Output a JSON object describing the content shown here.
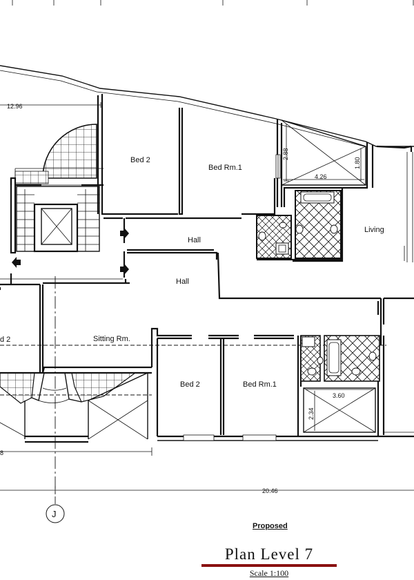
{
  "rooms": {
    "bed2_top": "Bed 2",
    "bed_rm1_top": "Bed Rm.1",
    "hall_1": "Hall",
    "hall_2": "Hall",
    "living": "Living",
    "bed2_left": "d 2",
    "sitting": "Sitting Rm.",
    "bed2_bottom": "Bed 2",
    "bed_rm1_bottom": "Bed Rm.1"
  },
  "dimensions": {
    "top_left": "12.96",
    "shaft_height": "2.88",
    "shaft_width": "4.26",
    "shaft_right": "1.80",
    "bottom_shaft_height": "2.34",
    "bottom_shaft_width": "3.60",
    "left_cut": "8",
    "overall": "20.46"
  },
  "grid": {
    "marker": "J"
  },
  "title_block": {
    "proposed": "Proposed",
    "title": "Plan  Level  7",
    "scale": "Scale  1:100"
  }
}
